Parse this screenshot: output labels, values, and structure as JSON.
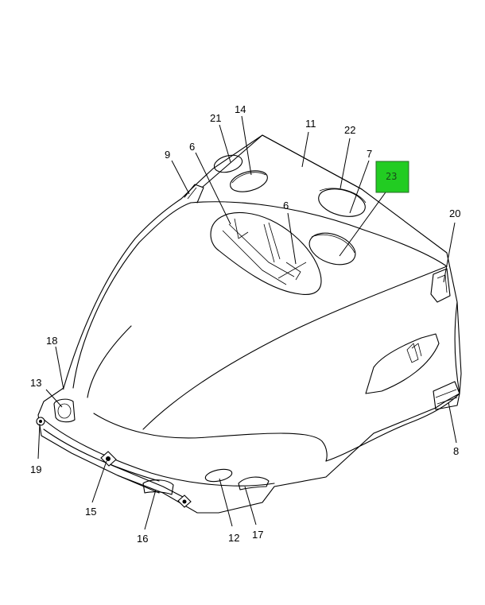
{
  "callouts": [
    {
      "id": "c21",
      "text": "21"
    },
    {
      "id": "c14",
      "text": "14"
    },
    {
      "id": "c11",
      "text": "11"
    },
    {
      "id": "c22",
      "text": "22"
    },
    {
      "id": "c9",
      "text": "9"
    },
    {
      "id": "c6a",
      "text": "6"
    },
    {
      "id": "c7",
      "text": "7"
    },
    {
      "id": "c6b",
      "text": "6"
    },
    {
      "id": "c20",
      "text": "20"
    },
    {
      "id": "c18",
      "text": "18"
    },
    {
      "id": "c13",
      "text": "13"
    },
    {
      "id": "c19",
      "text": "19"
    },
    {
      "id": "c15",
      "text": "15"
    },
    {
      "id": "c16",
      "text": "16"
    },
    {
      "id": "c12",
      "text": "12"
    },
    {
      "id": "c17",
      "text": "17"
    },
    {
      "id": "c8",
      "text": "8"
    }
  ],
  "highlight": {
    "text": "23",
    "fill_color": "#22cc22",
    "text_color": "#1a4a1a"
  }
}
